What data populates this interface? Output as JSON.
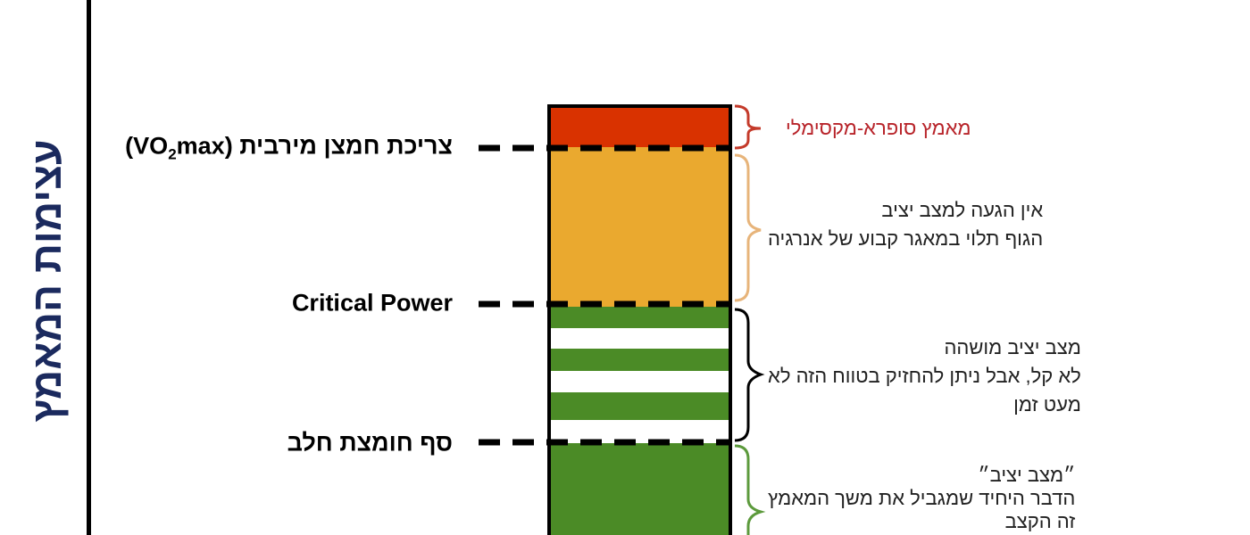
{
  "axis_title": "עצימות המאמץ",
  "levels": {
    "vo2max": {
      "label_main": "צריכת חמצן מירבית (VO",
      "sub": "2",
      "label_end": "max)"
    },
    "critical_power": {
      "label": "Critical Power"
    },
    "lactate_threshold": {
      "label": "סף חומצת חלב"
    }
  },
  "zones": [
    {
      "color": "#d93200",
      "brace_color": "#c43a2a",
      "lines": [
        "מאמץ סופרא-מקסימלי"
      ],
      "text_color": "#b8242a"
    },
    {
      "color": "#eaa92f",
      "brace_color": "#e7b47a",
      "lines": [
        "אין הגעה למצב יציב",
        "הגוף תלוי במאגר קבוע של אנרגיה"
      ],
      "text_color": "#222222"
    },
    {
      "color": "#4b8b26",
      "stripe_color": "#ffffff",
      "brace_color": "#000000",
      "lines": [
        "מצב יציב מושהה",
        "לא קל, אבל ניתן להחזיק בטווח הזה לא",
        "מעט זמן"
      ],
      "text_color": "#222222"
    },
    {
      "color": "#4b8b26",
      "brace_color": "#5c9a3c",
      "lines": [
        "״מצב יציב״",
        "הדבר היחיד שמגביל את משך המאמץ",
        "זה הקצב"
      ],
      "text_color": "#222222"
    }
  ]
}
